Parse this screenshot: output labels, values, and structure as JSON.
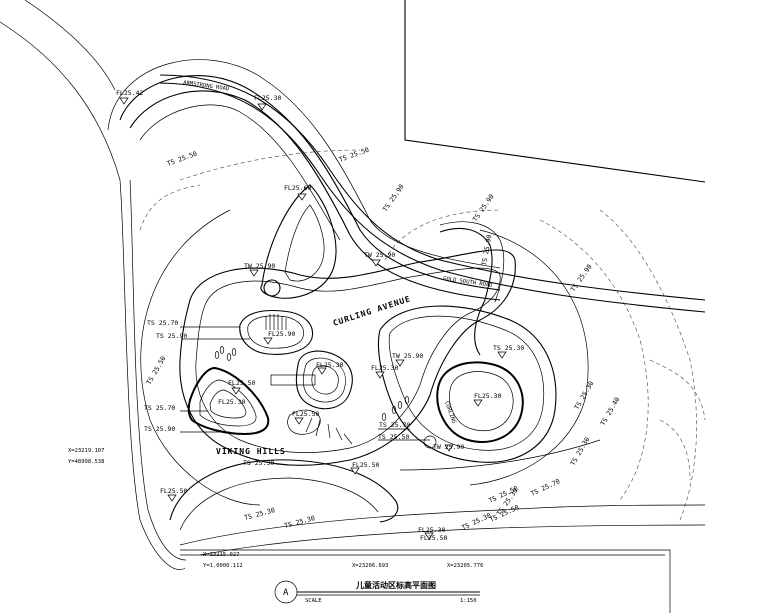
{
  "title_block": {
    "detail_id": "A",
    "title": "儿童活动区标高平面图",
    "scale_label": "SCALE",
    "scale_value": "1:150"
  },
  "coordinates": {
    "left_x": "X=23219.107",
    "left_y": "Y=48998.538",
    "bottom_x1": "X=23215.027",
    "bottom_y1": "Y=1.0000.112",
    "bottom_x2": "X=23206.693",
    "bottom_x3": "X=23205.776"
  },
  "area_labels": {
    "viking_hills": "VIKING HILLS",
    "curling_avenue": "CURLING AVENUE",
    "top_road": "ARMSTRONG ROAD",
    "mid_road": "GOLD SOUTH ROAD",
    "rink": "CURLING"
  },
  "elevations": {
    "fl_2542": "FL25.42",
    "fl_2530_top": "FL25.30",
    "fl_2550_mid": "FL25.50",
    "fl_2530_center": "FL25.30",
    "fl_2550_low": "FL25.50",
    "fl_2550_bottom": "FL25.50",
    "fl_2530_bottom": "FL25.30",
    "fl_2550_b1": "FL25.50",
    "fl_2550_b2": "FL25.50",
    "fl_2530_rink": "FL25.30",
    "fl_2530_hill": "FL25.30",
    "fl_2530_left": "FL25.30",
    "fl_2560_hill": "FL25.60",
    "fl_2590": "FL25.90"
  },
  "slopes": {
    "ts_2550_a": "TS 25.50",
    "ts_2550_b": "TS 25.50",
    "ts_2590_a": "TS 25.90",
    "ts_2590_b": "TS 25.90",
    "ts_2590_c": "TS 25.90",
    "ts_2590_d": "TS 25.90",
    "ts_2570_a": "TS 25.70",
    "ts_2570_b": "TS 25.70",
    "ts_2590_e": "TS 25.90",
    "ts_2530_a": "TS 25.30",
    "ts_2530_b": "TS 25.30",
    "ts_2530_c": "TS 25.30",
    "ts_2540": "TS 25.40",
    "ts_2550_c": "TS 25.50",
    "ts_2550_d": "TS 25.50",
    "ts_2530_d": "TS 25.30",
    "ts_2530_e": "TS 25.30",
    "ts_2570_c": "TS 25.70",
    "ts_2590_f": "TS 25.90",
    "ts_2550_e": "TS 25.50",
    "ts_2570_d": "TS 25.70",
    "ts_2530_f": "TS 25.30",
    "ts_2530_g": "TS 25.30",
    "ts_2550_f": "TS 25.50",
    "ts_2530_h": "TS 25.30"
  },
  "walls": {
    "tw_2590_a": "TW 25.90",
    "tw_2590_b": "TW 25.90",
    "tw_2590_c": "TW 25.90",
    "tw_2590_d": "TW 25.90"
  }
}
